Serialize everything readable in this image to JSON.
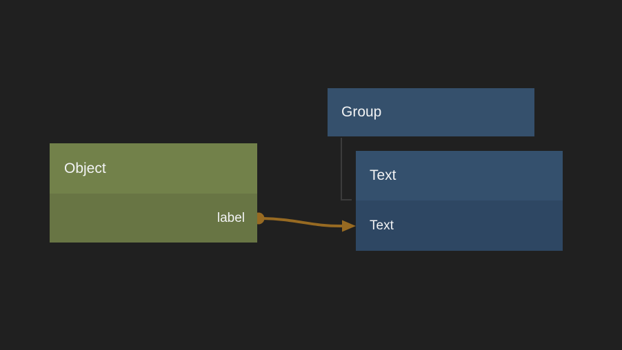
{
  "canvas": {
    "background": "#202020"
  },
  "colors": {
    "background": "#202020",
    "object-header": "#72814a",
    "object-body": "#687544",
    "group-header": "#35506c",
    "text-header": "#34506d",
    "text-row": "#2e4763",
    "edge": "#976a22",
    "tree-line": "#3c3c3c",
    "node-text": "#f2f3f4"
  },
  "nodes": {
    "object": {
      "title": "Object",
      "output_label": "label"
    },
    "group": {
      "title": "Group"
    },
    "text": {
      "title": "Text",
      "row_label": "Text"
    }
  },
  "graph": {
    "edges": [
      {
        "from": "Object.label",
        "to": "Text.Text",
        "type": "arrow"
      }
    ],
    "hierarchy": [
      {
        "parent": "Group",
        "child": "Text"
      }
    ]
  }
}
